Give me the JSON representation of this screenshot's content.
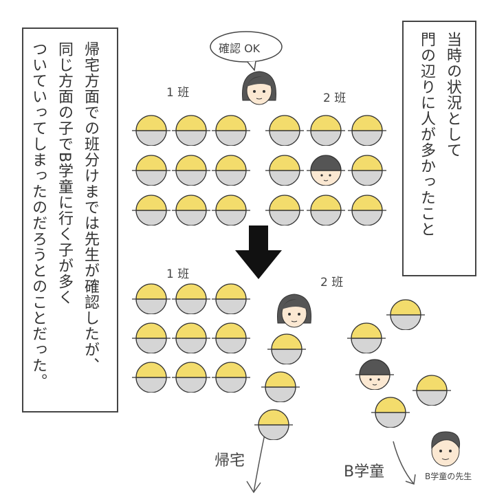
{
  "narration_left": {
    "lines": [
      "帰宅方面での班分けまでは先生が確認したが、",
      "同じ方面の子でB学童に行く子が多く",
      "ついていってしまったのだろうとのことだった。"
    ]
  },
  "narration_right": {
    "lines": [
      "当時の状況として",
      "門の辺りに人が多かったこと"
    ]
  },
  "speech_bubble": "確認 OK",
  "labels": {
    "group1_top": "1 班",
    "group2_top": "2 班",
    "group1_bottom": "1 班",
    "group2_bottom": "2 班",
    "home": "帰宅",
    "b_gakudo": "B学童",
    "b_teacher": "B学童の先生"
  },
  "colors": {
    "hat": "#f3dc6c",
    "body": "#d5d5d5",
    "skin": "#fbe8d2",
    "hair": "#555555",
    "outline": "#333333"
  }
}
